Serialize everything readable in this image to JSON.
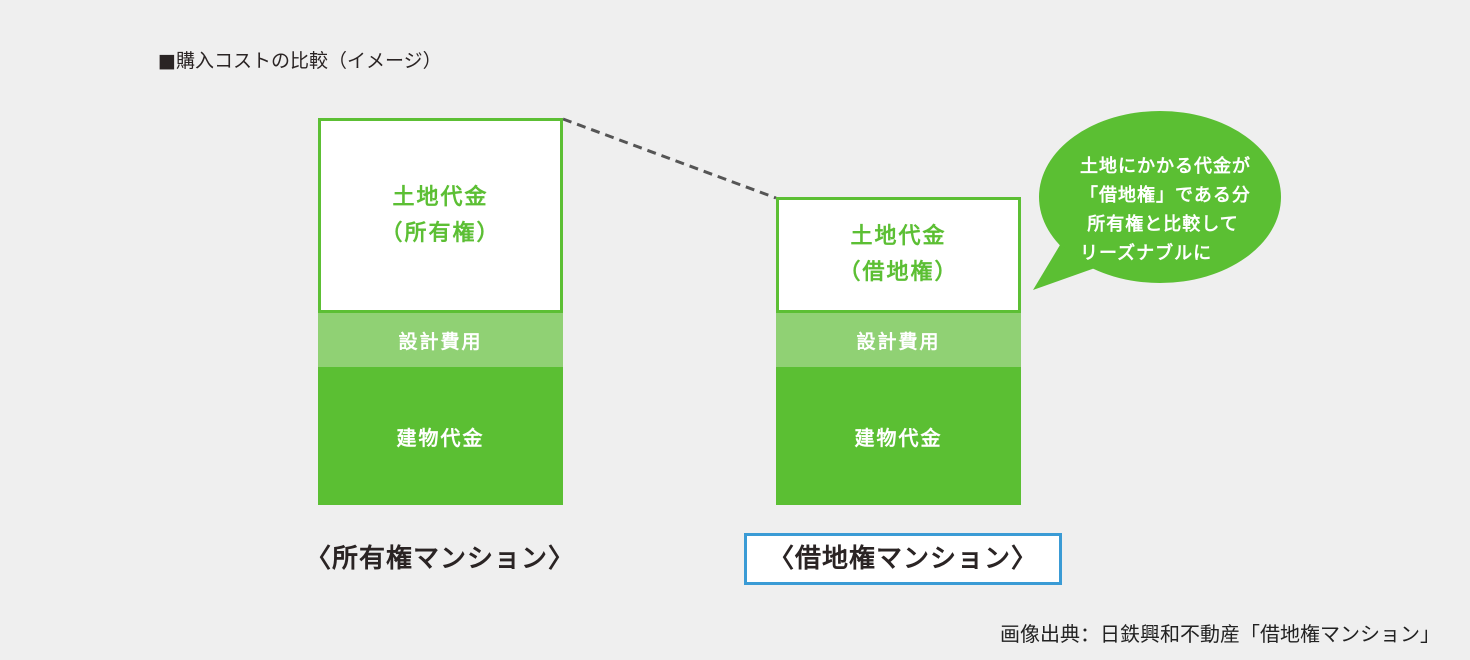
{
  "title": "■購入コストの比較（イメージ）",
  "bars": [
    {
      "label": "〈所有権マンション〉",
      "land": "土地代金\n（所有権）",
      "design": "設計費用",
      "building": "建物代金"
    },
    {
      "label": "〈借地権マンション〉",
      "land": "土地代金\n（借地権）",
      "design": "設計費用",
      "building": "建物代金"
    }
  ],
  "bubble": "土地にかかる代金が\n「借地権」である分\n 所有権と比較して\nリーズナブルに",
  "source": "画像出典：日鉄興和不動産「借地権マンション」",
  "colors": {
    "green": "#5bbf33",
    "light_green": "#90d174",
    "highlight": "#3a9bd5",
    "background": "#efefef"
  }
}
